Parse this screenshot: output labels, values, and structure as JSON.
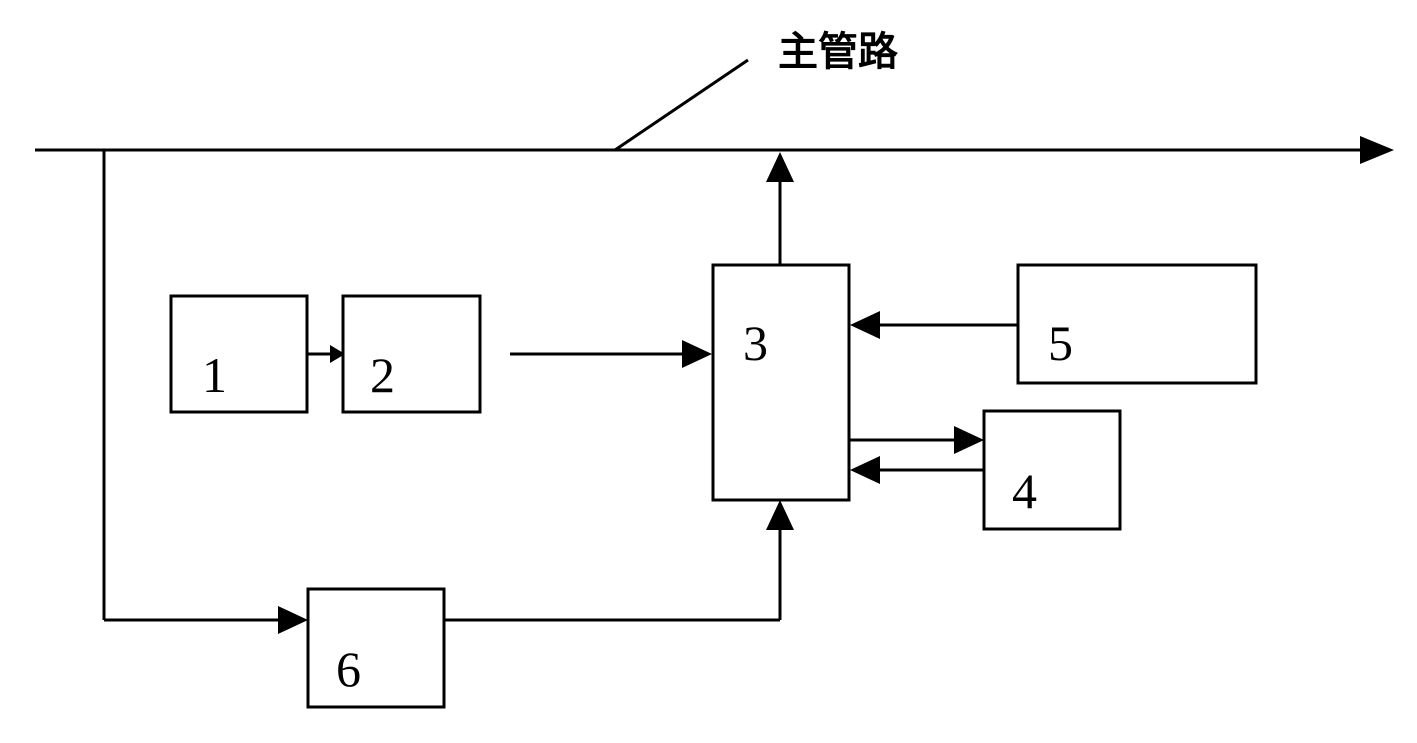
{
  "diagram": {
    "main_pipe_label": "主管路",
    "blocks": {
      "b1": "1",
      "b2": "2",
      "b3": "3",
      "b4": "4",
      "b5": "5",
      "b6": "6"
    }
  }
}
